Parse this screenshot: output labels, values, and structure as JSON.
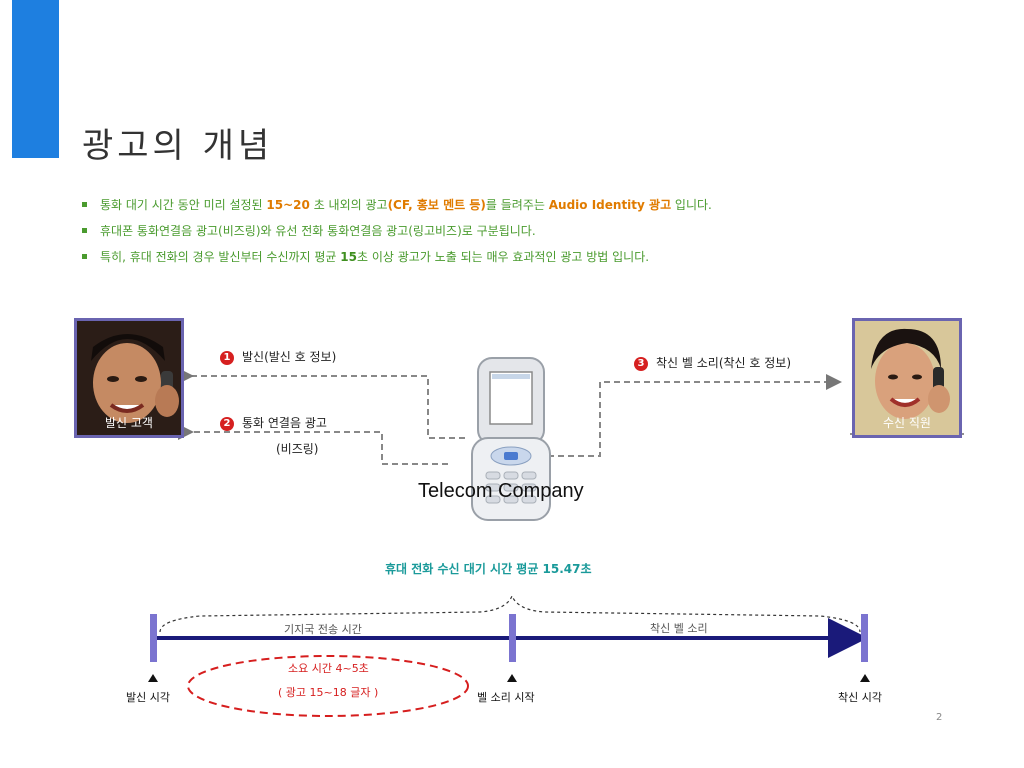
{
  "slide": {
    "title": "광고의 개념",
    "page_number": "2"
  },
  "bullets": [
    {
      "pre": "통화 대기 시간 동안 미리 설정된 ",
      "hl1": "15~20",
      "mid": " 초 내외의 광고",
      "hl2": "(CF, 홍보 멘트 등)",
      "mid2": "를 들려주는 ",
      "hl3": "Audio Identity 광고",
      "post": " 입니다."
    },
    {
      "text": "휴대폰 통화연결음 광고(비즈링)와 유선 전화 통화연결음 광고(링고비즈)로 구분됩니다."
    },
    {
      "pre": "특히, 휴대 전화의 경우 발신부터 수신까지 평균 ",
      "hl": "15",
      "post": "초 이상 광고가 노출 되는 매우 효과적인 광고 방법 입니다."
    }
  ],
  "diagram": {
    "caller_label": "발신 고객",
    "receiver_label": "수신 직원",
    "step1_num": "1",
    "step1_text": "발신(발신 호 정보)",
    "step2_num": "2",
    "step2_text": "통화 연결음 광고",
    "step2_sub": "(비즈링)",
    "step3_num": "3",
    "step3_text": "착신 벨 소리(착신 호 정보)",
    "center_label": "Telecom Company"
  },
  "timeline": {
    "avg_label": "휴대 전화 수신 대기 시간  평균 15.47초",
    "segment1_label": "기지국 전송 시간",
    "segment2_label": "착신 벨 소리",
    "marker1": "발신 시각",
    "marker2": "벨 소리 시작",
    "marker3": "착신 시각",
    "required_time": "소요 시간 4~5초",
    "ad_length": "( 광고 15~18 글자 )"
  },
  "colors": {
    "accent": "#1e7fe0",
    "bullet_text": "#4a9b2e",
    "highlight": "#e07b00",
    "avg_text": "#1a9a9a",
    "timeline_bar": "#7b74d0",
    "timeline_line": "#1a1a7a",
    "red": "#d61e1e"
  }
}
